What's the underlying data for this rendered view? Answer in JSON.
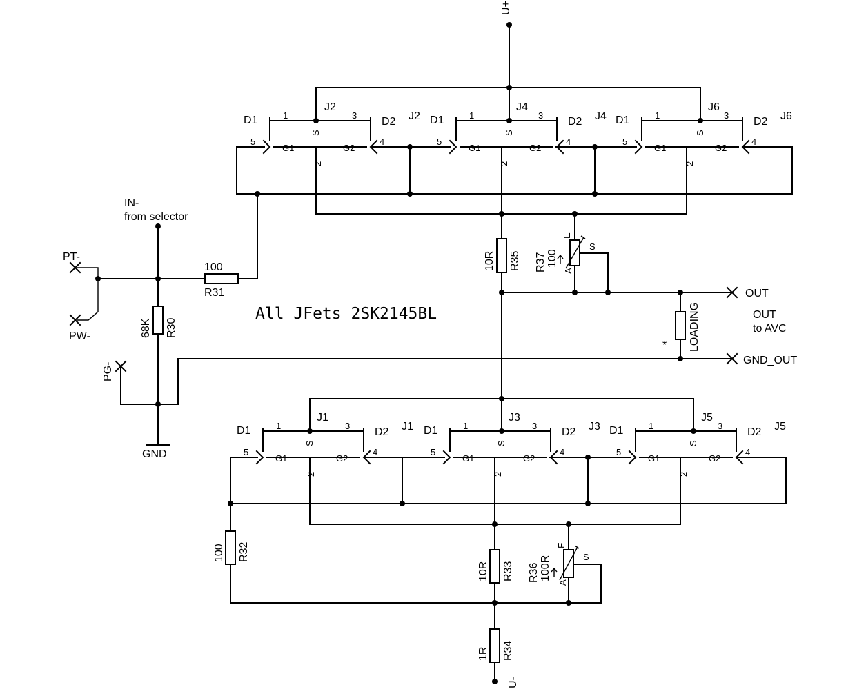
{
  "title": "All JFets 2SK2145BL",
  "supply": {
    "positive": "U+",
    "negative": "U-"
  },
  "input": {
    "label": "IN-",
    "sublabel": "from selector"
  },
  "terminals": {
    "pt": "PT-",
    "pw": "PW-",
    "pg": "PG-",
    "gnd": "GND",
    "out": "OUT",
    "gnd_out": "GND_OUT",
    "out_note_line1": "OUT",
    "out_note_line2": "to AVC"
  },
  "pins": {
    "d1": "D1",
    "d2": "D2",
    "g1": "G1",
    "g2": "G2",
    "s": "S",
    "p1": "1",
    "p2": "2",
    "p3": "3",
    "p4": "4",
    "p5": "5"
  },
  "trimmer_pins": {
    "a": "A",
    "e": "E",
    "s": "S"
  },
  "jfets_top": [
    "J2",
    "J4",
    "J6"
  ],
  "jfets_bottom": [
    "J1",
    "J3",
    "J5"
  ],
  "resistors": {
    "r30": {
      "ref": "R30",
      "value": "68K"
    },
    "r31": {
      "ref": "R31",
      "value": "100"
    },
    "r32": {
      "ref": "R32",
      "value": "100"
    },
    "r33": {
      "ref": "R33",
      "value": "10R"
    },
    "r34": {
      "ref": "R34",
      "value": "1R"
    },
    "r35": {
      "ref": "R35",
      "value": "10R"
    },
    "r36": {
      "ref": "R36",
      "value": "100R"
    },
    "r37": {
      "ref": "R37",
      "value": "100"
    },
    "loading": {
      "ref": "LOADING",
      "mark": "*"
    }
  }
}
